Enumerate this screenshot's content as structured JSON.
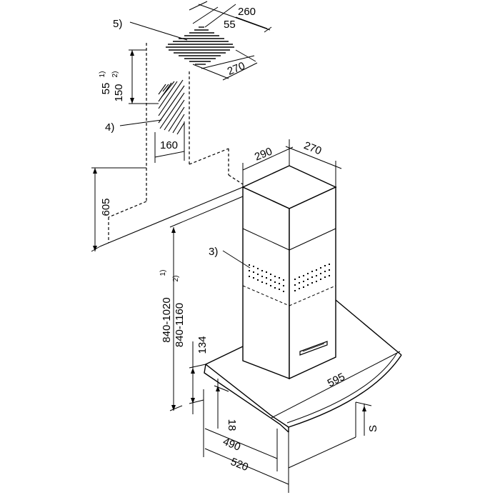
{
  "callouts": {
    "c5": "5)",
    "c4": "4)",
    "c3": "3)"
  },
  "dimensions": {
    "d260": "260",
    "d55": "55",
    "d270_top": "270",
    "d55_150_a": "55",
    "d55_150_a_sup": "1)",
    "d55_150_b": "150",
    "d55_150_b_sup": "2)",
    "d160": "160",
    "d605": "605",
    "d290": "290",
    "d270_chimney": "270",
    "d840_a": "840-1020",
    "d840_a_sup": "1)",
    "d840_b": "840-1160",
    "d840_b_sup": "2)",
    "d134": "134",
    "d595": "595",
    "d18": "18",
    "d490": "490",
    "d520": "520",
    "dS": "S"
  }
}
